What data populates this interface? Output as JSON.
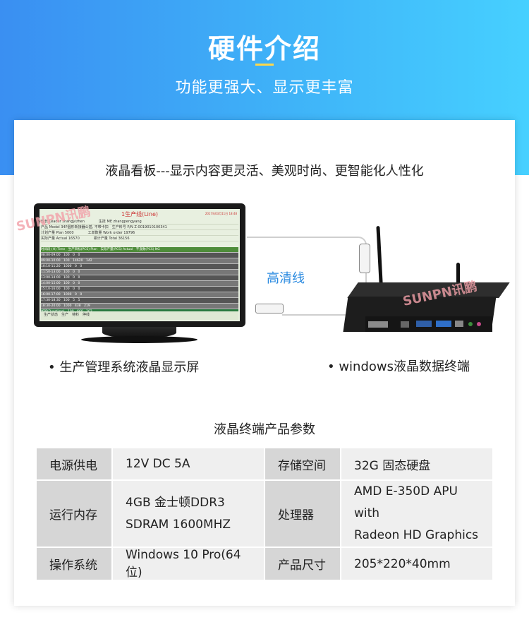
{
  "header": {
    "title": "硬件介绍",
    "subtitle": "功能更强大、显示更丰富"
  },
  "section": {
    "heading": "液晶看板---显示内容更灵活、美观时尚、更智能化人性化"
  },
  "monitor": {
    "screen_title": "1生产线(Line)",
    "screen_date": "2017年03月11日 18:48",
    "info_rows": [
      "班长 Leader zhangyizhen　　　　生技 ME zhangpengyang",
      "产品 Model 34P圆形新接器公插, 不带卡扣　生产料号 P/N Z-0019010100341",
      "计划产量 Plan 5000　　　　工单数量 Work order 19796",
      "实际产量 Actual 16570　　　　累计产量 Total 36156"
    ],
    "table_header": "时间段 (H) Time　生产目标(PCS) Plan　实际产量(PCS) Actual　不良数(PCS) NG",
    "rows": [
      "08:00-09:00　100　0　0",
      "09:00-10:00　100　14620　142",
      "10:10-11:20　1000　0　0",
      "11:50-13:00　100　0　0",
      "13:00-14:00　100　0　0",
      "14:00-15:00　100　0　0",
      "15:10-16:00　100　0　0",
      "16:00-17:00　1000　0　0",
      "17:30-18:30　100　5　5",
      "18:30-20:00　1000　438　219",
      "加班(Overtime)　100　660　202"
    ],
    "footer": "生产状态　生产　待料　停线"
  },
  "watermark": "SUNPN讯鹏",
  "cable_label": "高清线",
  "captions": {
    "left": "• 生产管理系统液晶显示屏",
    "right": "• windows液晶数据终端"
  },
  "params": {
    "title": "液晶终端产品参数",
    "rows": [
      {
        "k1": "电源供电",
        "v1": "12V DC  5A",
        "k2": "存储空间",
        "v2": "32G 固态硬盘"
      },
      {
        "k1": "运行内存",
        "v1a": "4GB 金士顿DDR3",
        "v1b": "SDRAM 1600MHZ",
        "k2": "处理器",
        "v2a": "AMD E-350D APU with",
        "v2b": "Radeon HD Graphics"
      },
      {
        "k1": "操作系统",
        "v1": "Windows 10 Pro(64位)",
        "k2": "产品尺寸",
        "v2": "205*220*40mm"
      }
    ]
  }
}
